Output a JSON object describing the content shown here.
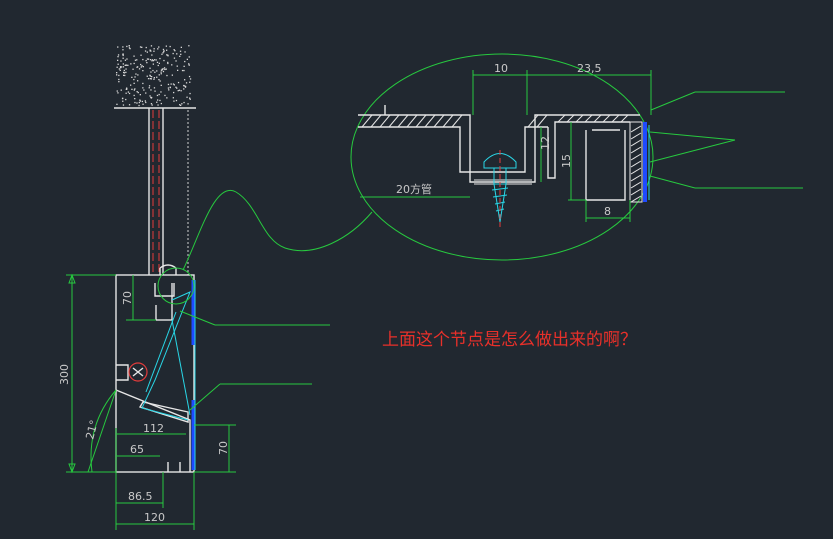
{
  "note": "上面这个节点是怎么做出来的啊？",
  "dimensions": {
    "d10": "10",
    "d23_5": "23,5",
    "d12": "12",
    "d15": "15",
    "d8": "8",
    "d20_tube": "20方管",
    "d300": "300",
    "d70_top": "70",
    "d21deg": "21°",
    "d112": "112",
    "d65": "65",
    "d70_bottom": "70",
    "d86_5": "86.5",
    "d120": "120"
  },
  "colors": {
    "background": "#212830",
    "dimension_lines": "#27c93f",
    "profile": "#e6e6e6",
    "glass": "#29d6e6",
    "centerline": "#e23b3b",
    "panel": "#1f4bff",
    "note_text": "#e8302a"
  }
}
